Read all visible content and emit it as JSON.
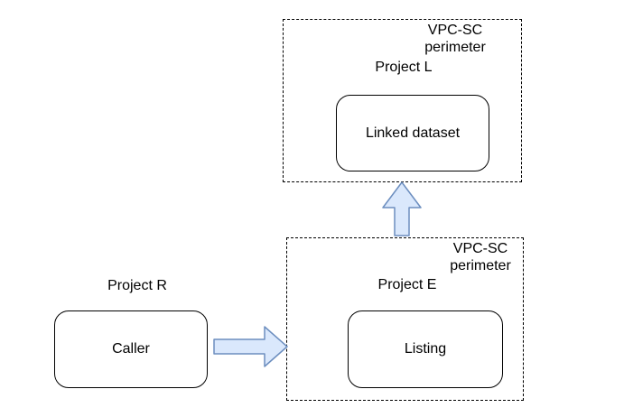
{
  "diagram": {
    "perimeters": {
      "top": {
        "label_line1": "VPC-SC",
        "label_line2": "perimeter",
        "project_label": "Project L",
        "node_label": "Linked dataset"
      },
      "bottom": {
        "label_line1": "VPC-SC",
        "label_line2": "perimeter",
        "project_label": "Project E",
        "node_label": "Listing"
      }
    },
    "external": {
      "project_label": "Project R",
      "node_label": "Caller"
    },
    "colors": {
      "arrow_fill": "#dae8fc",
      "arrow_stroke": "#6c8ebf",
      "line": "#000000",
      "background": "#ffffff"
    }
  }
}
